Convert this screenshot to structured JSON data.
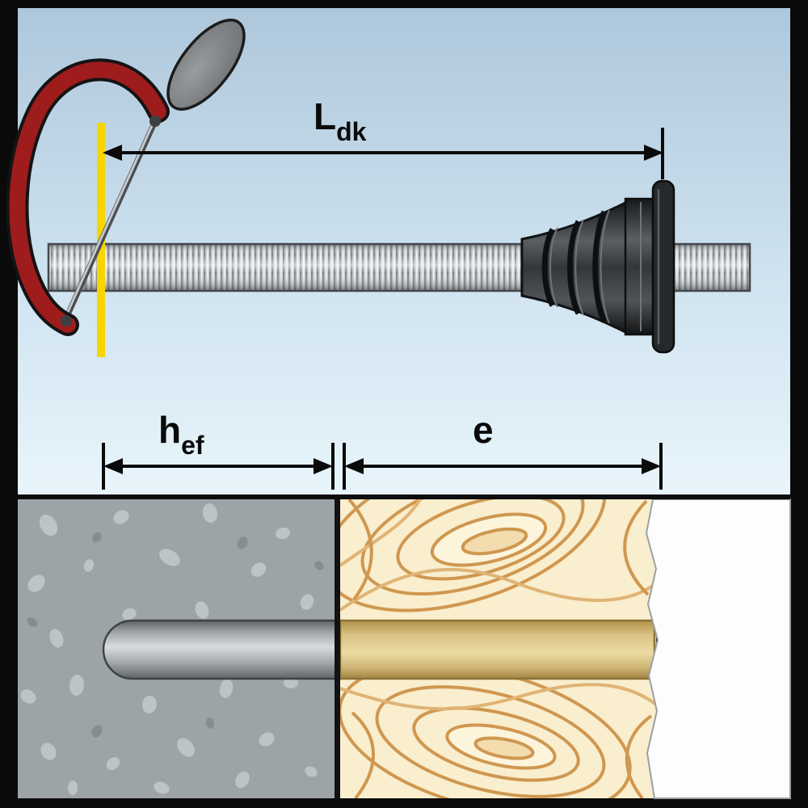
{
  "diagram": {
    "title": "threaded-rod-cut-to-length-installation-diagram",
    "labels": {
      "cut_length_main": "L",
      "cut_length_sub": "dk",
      "embed_depth_main": "h",
      "embed_depth_sub": "ef",
      "fixture_thickness": "e"
    },
    "colors": {
      "cut_line": "#f6d500",
      "saw_frame": "#9e1c1c",
      "concrete": "#9da4a8",
      "wood_base": "#f9eecd",
      "wall_right": "#fdfdfd",
      "divider": "#121212",
      "dimension": "#0a0a0a"
    }
  }
}
